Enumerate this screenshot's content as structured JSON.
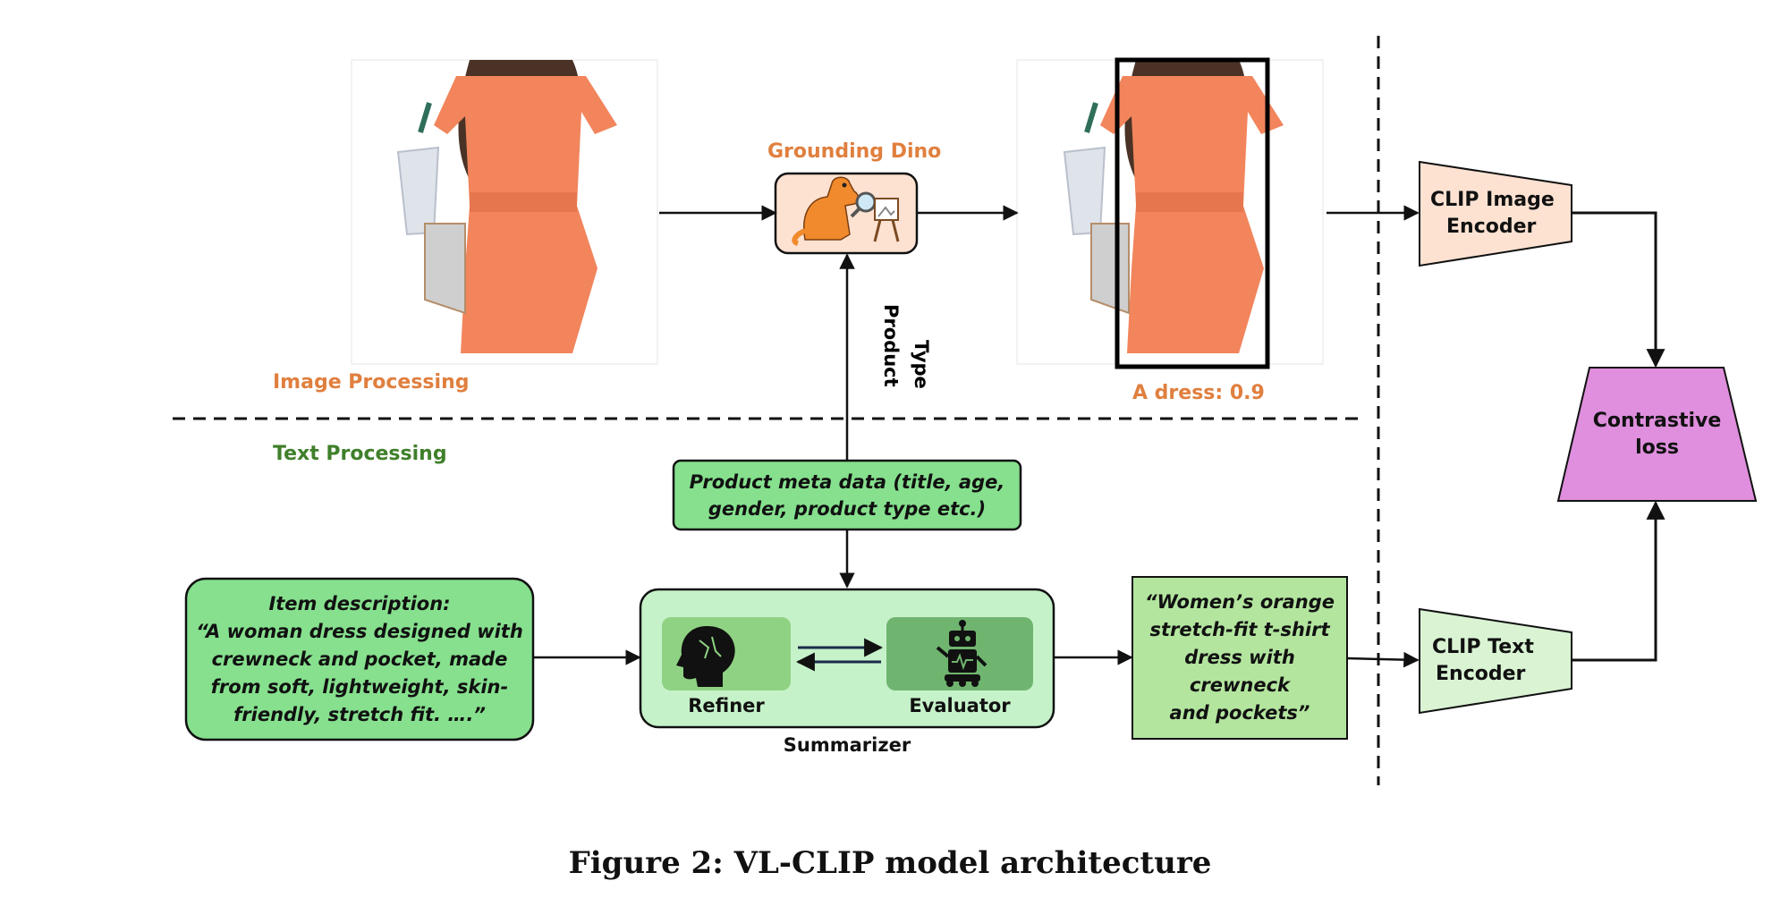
{
  "sections": {
    "image_processing": "Image Processing",
    "text_processing": "Text Processing"
  },
  "grounding": {
    "label": "Grounding Dino",
    "detection_label": "A dress: 0.9"
  },
  "product_type_label": [
    "Product",
    "Type"
  ],
  "meta_box": {
    "lines": [
      "Product meta data (title, age,",
      "gender, product type etc.)"
    ]
  },
  "description_box": {
    "lines": [
      "Item description:",
      "“A woman dress designed with",
      "crewneck and pocket, made",
      "from soft, lightweight, skin-",
      "friendly, stretch fit.  ….”"
    ]
  },
  "summarizer": {
    "label": "Summarizer",
    "refiner": "Refiner",
    "evaluator": "Evaluator"
  },
  "summary_box": {
    "lines": [
      "“Women’s orange",
      "stretch-fit t-shirt",
      "dress with crewneck",
      "and pockets”"
    ]
  },
  "clip_image_encoder": [
    "CLIP Image",
    "Encoder"
  ],
  "clip_text_encoder": [
    "CLIP Text",
    "Encoder"
  ],
  "contrastive_loss": [
    "Contrastive",
    "loss"
  ],
  "caption": "Figure 2: VL-CLIP model architecture",
  "colors": {
    "orange_label": "#e07f3e",
    "green_label": "#3f7f2a",
    "green_box": "#86e08e",
    "summarizer_bg": "#c6f2c9",
    "summary_box": "#b3e59f",
    "clip_image": "#fde2d2",
    "clip_text": "#d9f3d3",
    "contrastive": "#df8fdd",
    "dress": "#f2855c"
  },
  "icons": {
    "grounding_dino": "dinosaur-magnifier-icon",
    "refiner": "brain-head-icon",
    "evaluator": "robot-icon"
  }
}
